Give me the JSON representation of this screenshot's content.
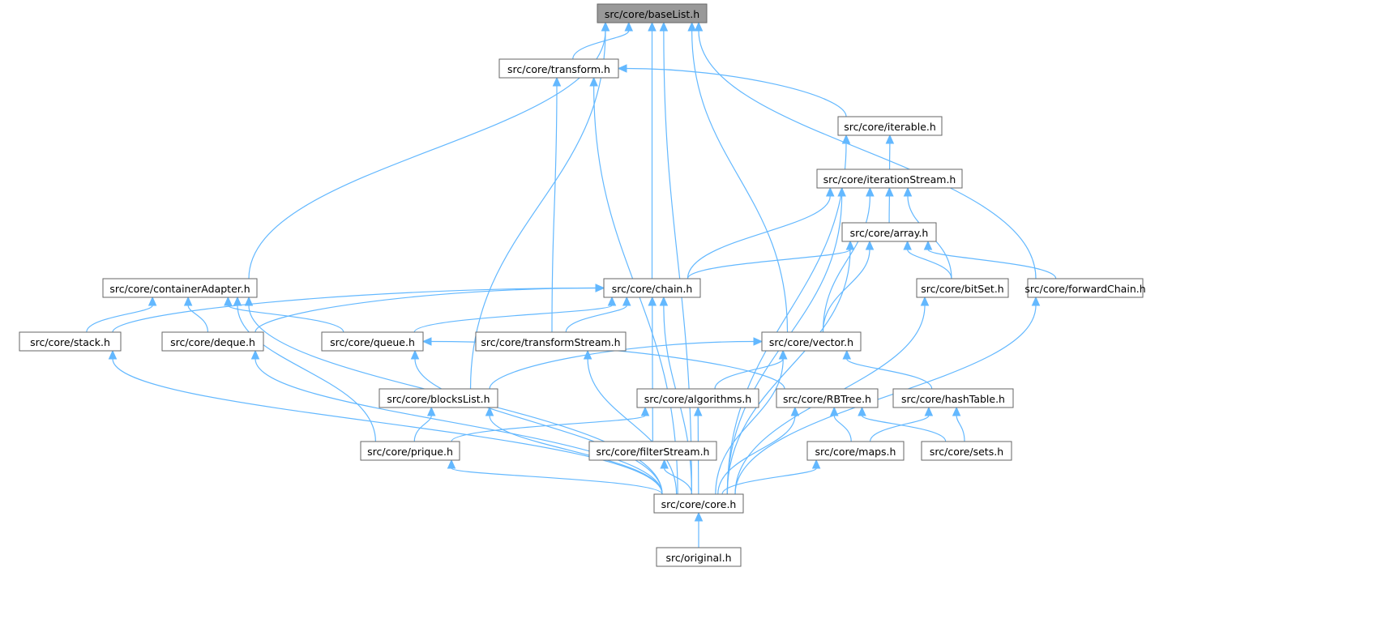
{
  "graph": {
    "title": "Include dependency graph for src/core/baseList.h",
    "edge_color": "#63b8ff",
    "root_fill": "#999999",
    "nodes": {
      "baseList": "src/core/baseList.h",
      "transform": "src/core/transform.h",
      "iterable": "src/core/iterable.h",
      "iterationStream": "src/core/iterationStream.h",
      "array": "src/core/array.h",
      "containerAdapter": "src/core/containerAdapter.h",
      "chain": "src/core/chain.h",
      "bitSet": "src/core/bitSet.h",
      "forwardChain": "src/core/forwardChain.h",
      "stack": "src/core/stack.h",
      "deque": "src/core/deque.h",
      "queue": "src/core/queue.h",
      "transformStream": "src/core/transformStream.h",
      "vector": "src/core/vector.h",
      "blocksList": "src/core/blocksList.h",
      "algorithms": "src/core/algorithms.h",
      "RBTree": "src/core/RBTree.h",
      "hashTable": "src/core/hashTable.h",
      "prique": "src/core/prique.h",
      "filterStream": "src/core/filterStream.h",
      "maps": "src/core/maps.h",
      "sets": "src/core/sets.h",
      "core": "src/core/core.h",
      "original": "src/original.h"
    },
    "edges": [
      [
        "transform",
        "baseList"
      ],
      [
        "containerAdapter",
        "baseList"
      ],
      [
        "blocksList",
        "baseList"
      ],
      [
        "chain",
        "baseList"
      ],
      [
        "vector",
        "baseList"
      ],
      [
        "forwardChain",
        "baseList"
      ],
      [
        "core",
        "baseList"
      ],
      [
        "iterable",
        "transform"
      ],
      [
        "transformStream",
        "transform"
      ],
      [
        "core",
        "transform"
      ],
      [
        "iterationStream",
        "iterable"
      ],
      [
        "core",
        "iterable"
      ],
      [
        "array",
        "iterationStream"
      ],
      [
        "chain",
        "iterationStream"
      ],
      [
        "vector",
        "iterationStream"
      ],
      [
        "bitSet",
        "iterationStream"
      ],
      [
        "core",
        "iterationStream"
      ],
      [
        "chain",
        "array"
      ],
      [
        "vector",
        "array"
      ],
      [
        "bitSet",
        "array"
      ],
      [
        "forwardChain",
        "array"
      ],
      [
        "core",
        "array"
      ],
      [
        "stack",
        "containerAdapter"
      ],
      [
        "deque",
        "containerAdapter"
      ],
      [
        "queue",
        "containerAdapter"
      ],
      [
        "prique",
        "containerAdapter"
      ],
      [
        "core",
        "containerAdapter"
      ],
      [
        "stack",
        "chain"
      ],
      [
        "deque",
        "chain"
      ],
      [
        "queue",
        "chain"
      ],
      [
        "transformStream",
        "chain"
      ],
      [
        "filterStream",
        "chain"
      ],
      [
        "core",
        "chain"
      ],
      [
        "core",
        "bitSet"
      ],
      [
        "core",
        "forwardChain"
      ],
      [
        "core",
        "stack"
      ],
      [
        "core",
        "deque"
      ],
      [
        "RBTree",
        "queue"
      ],
      [
        "core",
        "queue"
      ],
      [
        "core",
        "transformStream"
      ],
      [
        "blocksList",
        "vector"
      ],
      [
        "algorithms",
        "vector"
      ],
      [
        "hashTable",
        "vector"
      ],
      [
        "core",
        "vector"
      ],
      [
        "prique",
        "blocksList"
      ],
      [
        "core",
        "blocksList"
      ],
      [
        "prique",
        "algorithms"
      ],
      [
        "core",
        "algorithms"
      ],
      [
        "maps",
        "RBTree"
      ],
      [
        "sets",
        "RBTree"
      ],
      [
        "core",
        "RBTree"
      ],
      [
        "maps",
        "hashTable"
      ],
      [
        "sets",
        "hashTable"
      ],
      [
        "core",
        "prique"
      ],
      [
        "core",
        "filterStream"
      ],
      [
        "core",
        "maps"
      ],
      [
        "original",
        "core"
      ]
    ]
  }
}
